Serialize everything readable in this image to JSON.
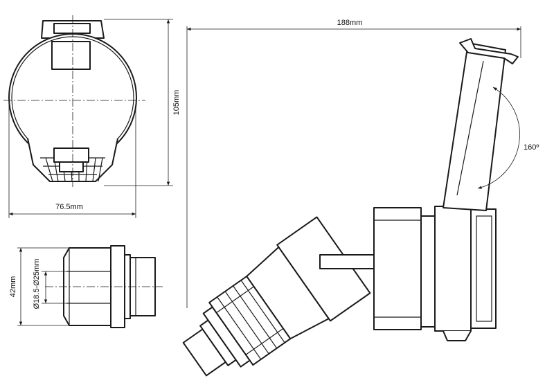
{
  "dimensions": {
    "overall_length": "188mm",
    "height": "105mm",
    "width": "76.5mm",
    "gland_height": "42mm",
    "cable_range": "Ø18.5-Ø25mm",
    "lid_angle": "160º"
  }
}
